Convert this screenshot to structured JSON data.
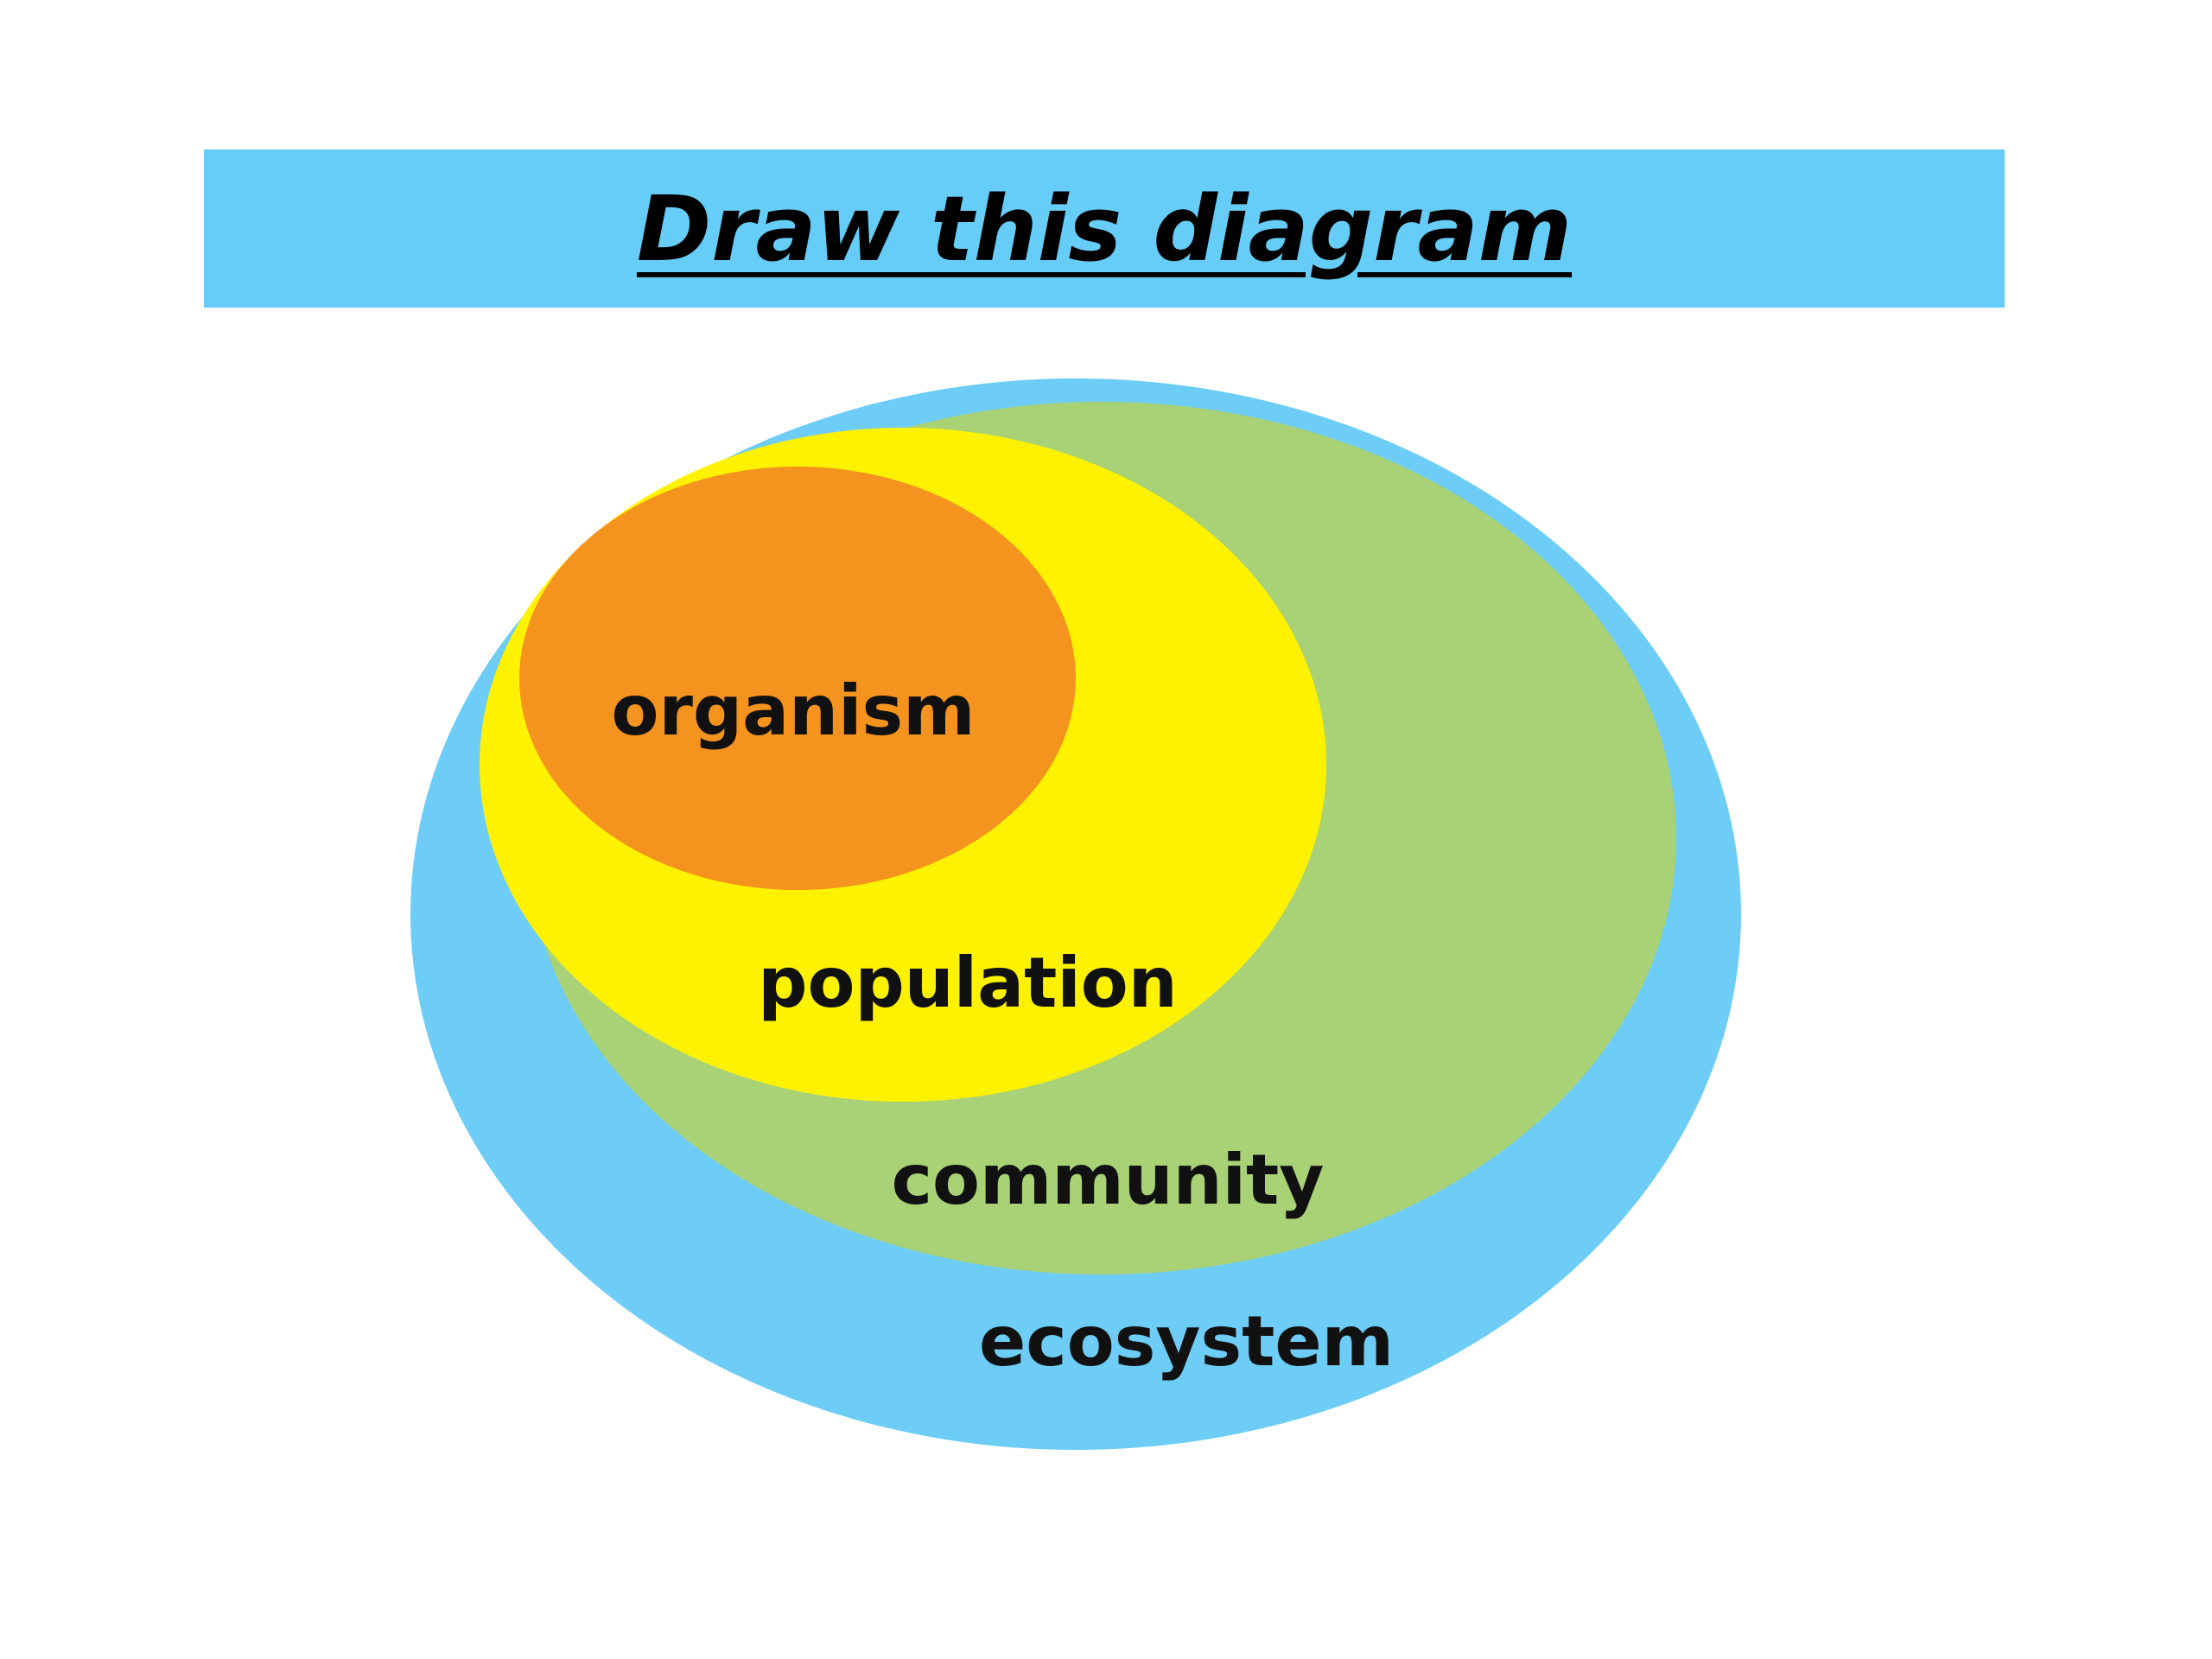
{
  "title": "Draw this diagram",
  "colors": {
    "banner": "#66CCF8",
    "ecosystem": "#6DCDF7",
    "community": "#A9D276",
    "population": "#FFF200",
    "organism": "#F5931F",
    "label_text": "#111111"
  },
  "levels": {
    "organism": "organism",
    "population": "population",
    "community": "community",
    "ecosystem": "ecosystem"
  }
}
